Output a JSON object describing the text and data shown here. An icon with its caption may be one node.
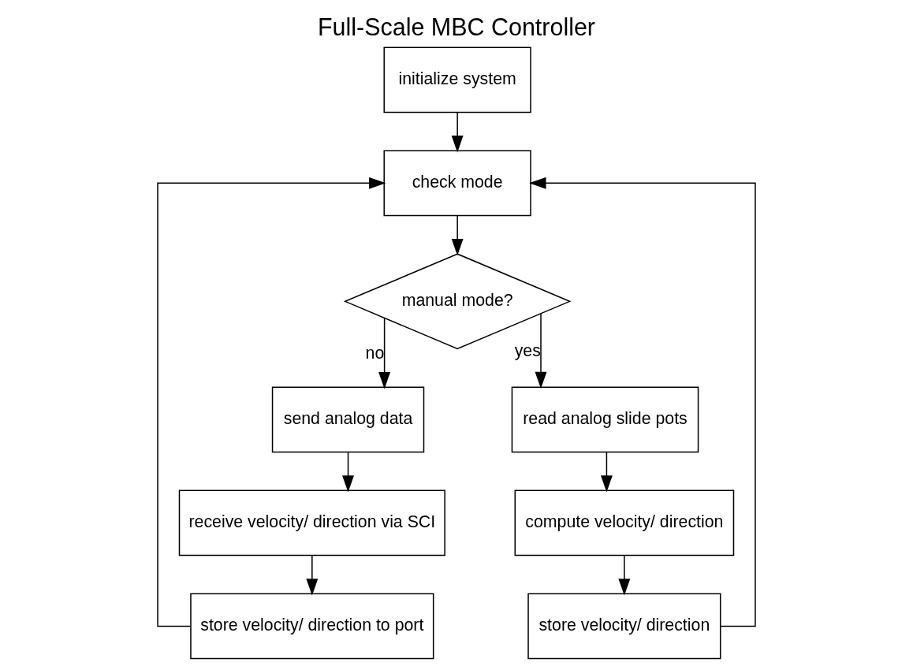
{
  "diagram": {
    "title": "Full-Scale MBC Controller",
    "nodes": [
      {
        "text": [
          "initialize system"
        ]
      },
      {
        "text": [
          "check mode"
        ]
      },
      {
        "text": [
          "manual mode?"
        ]
      },
      {
        "text": [
          "send analog data"
        ]
      },
      {
        "text": [
          "receive velocity/ direction via SCI"
        ]
      },
      {
        "text": [
          "store velocity/ direction to port"
        ]
      },
      {
        "text": [
          "read analog slide pots"
        ]
      },
      {
        "text": [
          "compute velocity/ direction"
        ]
      },
      {
        "text": [
          "store velocity/ direction"
        ]
      }
    ],
    "edges": [
      {
        "from": 0,
        "to": 1,
        "arrow": "to"
      },
      {
        "from": 1,
        "to": 2,
        "arrow": "to"
      },
      {
        "from": 2,
        "to": 3,
        "arrow": "to",
        "label": "no"
      },
      {
        "from": 3,
        "to": 4,
        "arrow": "to"
      },
      {
        "from": 4,
        "to": 5,
        "arrow": "to"
      },
      {
        "from": 5,
        "to": 1,
        "arrow": "to"
      },
      {
        "from": 2,
        "to": 6,
        "arrow": "to",
        "label": "yes"
      },
      {
        "from": 6,
        "to": 7,
        "arrow": "to"
      },
      {
        "from": 7,
        "to": 8,
        "arrow": "to"
      },
      {
        "from": 8,
        "to": 1,
        "arrow": "to"
      }
    ]
  }
}
